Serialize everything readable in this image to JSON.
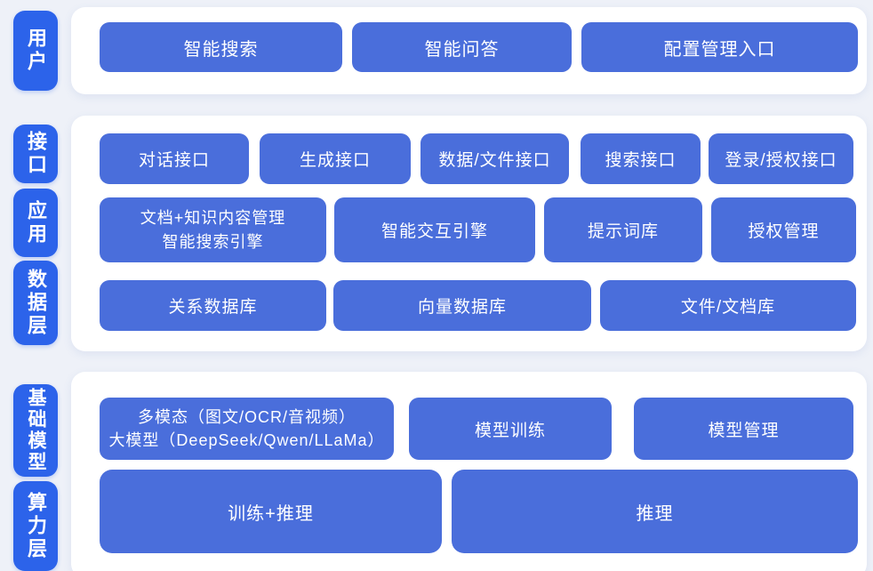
{
  "colors": {
    "page_bg": "#eef1f8",
    "panel_bg": "#ffffff",
    "layer_label_bg": "#2c63ea",
    "button_bg": "#4a6edb",
    "text_color": "#ffffff"
  },
  "layers": {
    "user": "用户",
    "interface": "接口",
    "application": "应用",
    "data": "数据层",
    "foundation_model": "基础模型",
    "compute": "算力层"
  },
  "groups": {
    "user": {
      "buttons": [
        "智能搜索",
        "智能问答",
        "配置管理入口"
      ]
    },
    "interface": {
      "buttons": [
        "对话接口",
        "生成接口",
        "数据/文件接口",
        "搜索接口",
        "登录/授权接口"
      ]
    },
    "application": {
      "buttons": [
        {
          "line1": "文档+知识内容管理",
          "line2": "智能搜索引擎"
        },
        "智能交互引擎",
        "提示词库",
        "授权管理"
      ]
    },
    "data": {
      "buttons": [
        "关系数据库",
        "向量数据库",
        "文件/文档库"
      ]
    },
    "foundation_model": {
      "buttons": [
        {
          "line1": "多模态（图文/OCR/音视频）",
          "line2": "大模型（DeepSeek/Qwen/LLaMa）"
        },
        "模型训练",
        "模型管理"
      ]
    },
    "compute": {
      "buttons": [
        "训练+推理",
        "推理"
      ]
    }
  }
}
